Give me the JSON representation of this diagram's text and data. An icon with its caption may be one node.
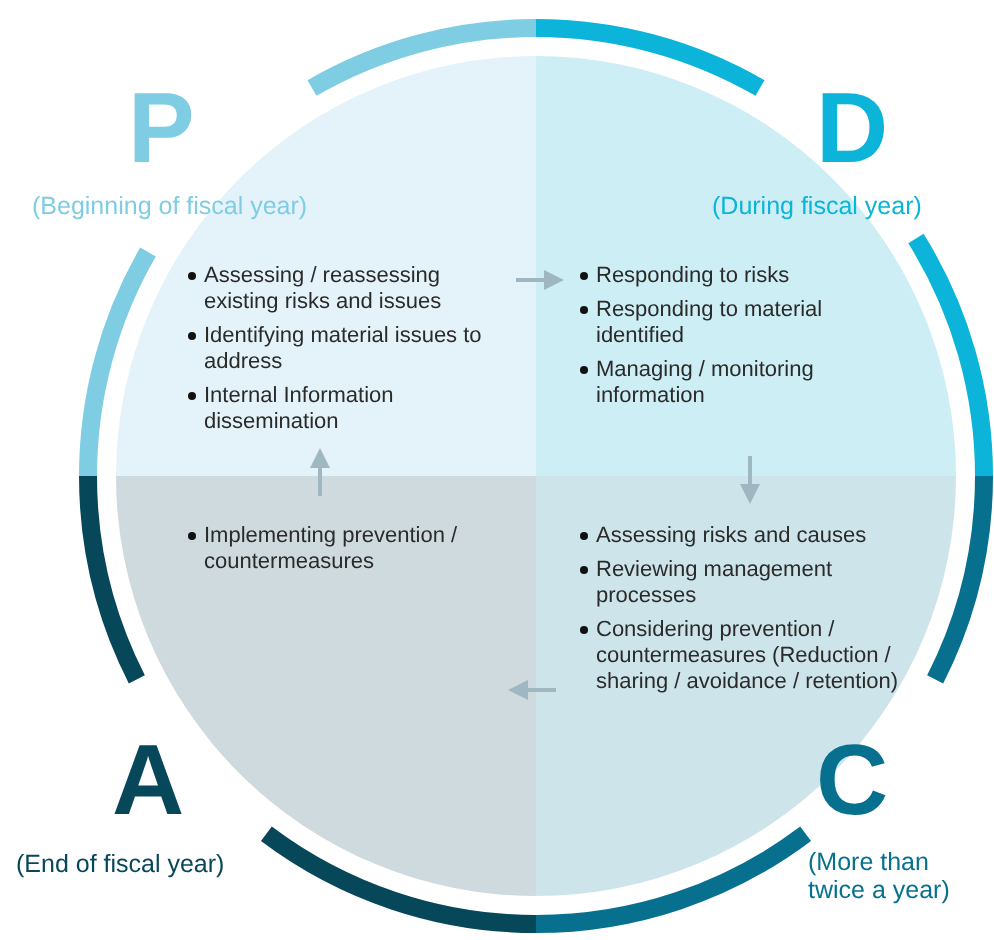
{
  "diagram": {
    "nodes": [
      {
        "text": [
          "Assessing / reassessing existing risks and issues",
          "Identifying material issues to address",
          "Internal Information dissemination"
        ]
      },
      {
        "text": [
          "Responding to risks",
          "Responding to material identified",
          "Managing / monitoring information"
        ]
      },
      {
        "text": [
          "Assessing risks and causes",
          "Reviewing management processes",
          "Considering prevention / countermeasures (Reduction / sharing / avoidance / retention)"
        ]
      },
      {
        "text": [
          "Implementing prevention / countermeasures"
        ]
      }
    ],
    "edges": [
      {
        "from": 0,
        "to": 1,
        "arrow": "to"
      },
      {
        "from": 1,
        "to": 2,
        "arrow": "to"
      },
      {
        "from": 2,
        "to": 3,
        "arrow": "to"
      },
      {
        "from": 3,
        "to": 0,
        "arrow": "to"
      }
    ],
    "labels": [
      "P",
      "(Beginning of fiscal year)",
      "D",
      "(During fiscal year)",
      "A",
      "(End of fiscal year)",
      "C",
      "(More than twice a year)"
    ]
  }
}
